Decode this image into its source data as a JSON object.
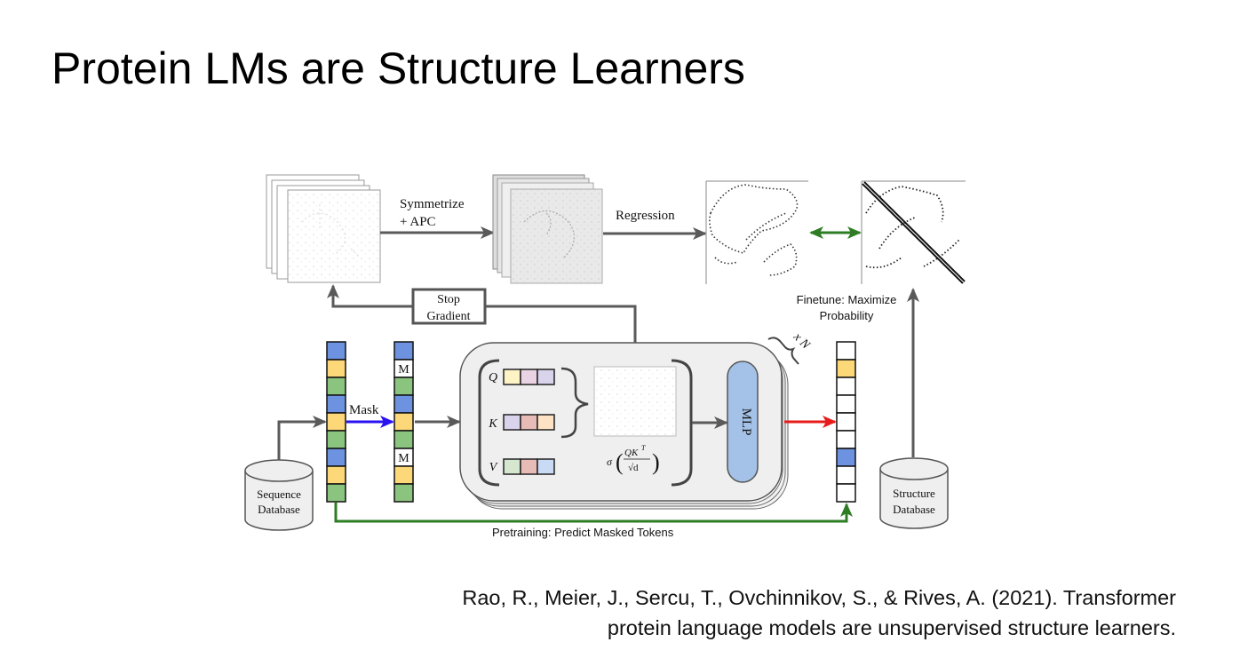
{
  "slide": {
    "title": "Protein LMs are Structure Learners",
    "citation_line1": "Rao, R., Meier, J., Sercu, T., Ovchinnikov, S., & Rives, A. (2021). Transformer",
    "citation_line2": "protein language models are unsupervised structure learners."
  },
  "diagram": {
    "labels": {
      "symmetrize_1": "Symmetrize",
      "symmetrize_2": "+ APC",
      "regression": "Regression",
      "stop_gradient_1": "Stop",
      "stop_gradient_2": "Gradient",
      "finetune_1": "Finetune: Maximize",
      "finetune_2": "Probability",
      "mask": "Mask",
      "masked_token": "M",
      "q": "Q",
      "k": "K",
      "v": "V",
      "mlp": "MLP",
      "repeat": "x N",
      "sequence_db_1": "Sequence",
      "sequence_db_2": "Database",
      "structure_db_1": "Structure",
      "structure_db_2": "Database",
      "pretraining": "Pretraining: Predict Masked Tokens",
      "softmax_sigma": "σ",
      "softmax_num": "QK",
      "softmax_sup": "T",
      "softmax_den": "√d"
    },
    "input_sequence": [
      "blue",
      "yellow",
      "green",
      "blue",
      "yellow",
      "green",
      "blue",
      "yellow",
      "green"
    ],
    "masked_sequence": [
      "blue",
      "M",
      "green",
      "blue",
      "yellow",
      "green",
      "M",
      "yellow",
      "green"
    ],
    "output_sequence": [
      "empty",
      "yellow",
      "empty",
      "empty",
      "empty",
      "empty",
      "blue",
      "empty",
      "empty"
    ],
    "q_cells": [
      "#fdf3c4",
      "#ead3e3",
      "#d9d3ec"
    ],
    "k_cells": [
      "#d9d3ec",
      "#e8bcb6",
      "#fde3c4"
    ],
    "v_cells": [
      "#d5e8cf",
      "#e8bcb6",
      "#c9daf5"
    ],
    "colors": {
      "token_blue": "#6d93e0",
      "token_yellow": "#fdd878",
      "token_green": "#8bc47f",
      "mlp_fill": "#a4c2e8",
      "arrow_gray": "#5a5a5a",
      "mask_arrow": "#2a12f0",
      "output_arrow": "#e81b1b",
      "green_arrow": "#2e7d24",
      "block_fill": "#f0f0f0"
    }
  }
}
